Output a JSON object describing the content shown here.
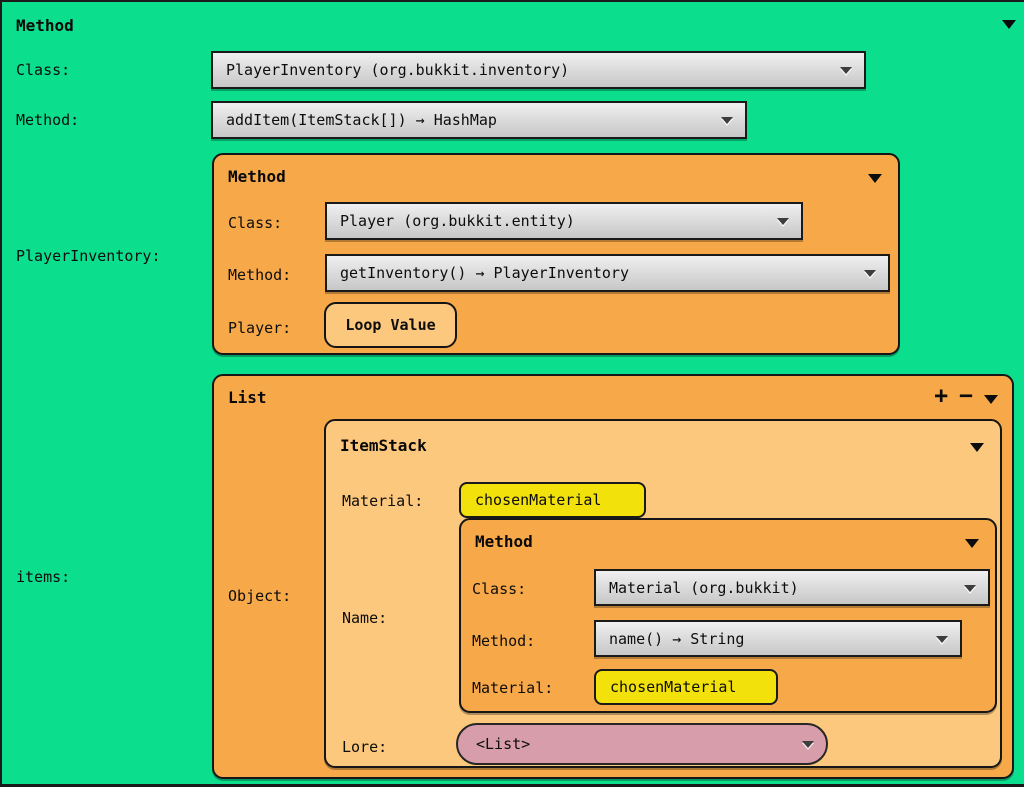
{
  "colors": {
    "canvas_green": "#0bdf8e",
    "panel_orange": "#f7a94a",
    "panel_light_orange": "#fcc87d",
    "chip_yellow": "#f2e10a",
    "pill_pink": "#d89dab",
    "dropdown_gray": "#d9d9d9"
  },
  "root": {
    "title": "Method",
    "class_row": {
      "label": "Class:",
      "value": "PlayerInventory (org.bukkit.inventory)"
    },
    "method_row": {
      "label": "Method:",
      "value": "addItem(ItemStack[]) → HashMap"
    },
    "player_inventory_row": {
      "label": "PlayerInventory:"
    },
    "items_row": {
      "label": "items:"
    }
  },
  "player_inventory_method": {
    "title": "Method",
    "class_row": {
      "label": "Class:",
      "value": "Player (org.bukkit.entity)"
    },
    "method_row": {
      "label": "Method:",
      "value": "getInventory() → PlayerInventory"
    },
    "player_row": {
      "label": "Player:",
      "button": "Loop Value"
    }
  },
  "items_list": {
    "title": "List",
    "add_button": "+",
    "remove_button": "−",
    "object_row": {
      "label": "Object:"
    },
    "itemstack": {
      "title": "ItemStack",
      "material_row": {
        "label": "Material:",
        "value": "chosenMaterial"
      },
      "name_row": {
        "label": "Name:"
      },
      "name_method": {
        "title": "Method",
        "class_row": {
          "label": "Class:",
          "value": "Material (org.bukkit)"
        },
        "method_row": {
          "label": "Method:",
          "value": "name() → String"
        },
        "material_row": {
          "label": "Material:",
          "value": "chosenMaterial"
        }
      },
      "lore_row": {
        "label": "Lore:",
        "value": "<List>"
      }
    }
  }
}
